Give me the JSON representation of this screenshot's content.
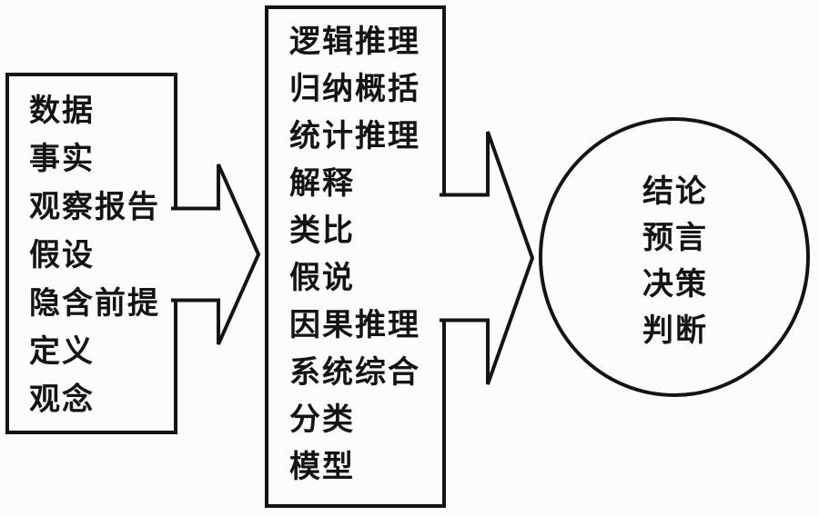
{
  "palette": {
    "bg": "#fcfcfc",
    "line": "#141414",
    "text": "#141414"
  },
  "diagram": {
    "left_box": {
      "role": "inputs",
      "items": [
        "数据",
        "事实",
        "观察报告",
        "假设",
        "隐含前提",
        "定义",
        "观念"
      ]
    },
    "process_box": {
      "role": "processes",
      "items": [
        "逻辑推理",
        "归纳概括",
        "统计推理",
        "解释",
        "类比",
        "假说",
        "因果推理",
        "系统综合",
        "分类",
        "模型"
      ]
    },
    "output_circle": {
      "role": "outputs",
      "items": [
        "结论",
        "预言",
        "决策",
        "判断"
      ]
    },
    "arrows": [
      {
        "direction": "right",
        "from": "left-box",
        "to": "process-box"
      },
      {
        "direction": "right",
        "from": "process-box",
        "to": "output-circle"
      }
    ]
  }
}
